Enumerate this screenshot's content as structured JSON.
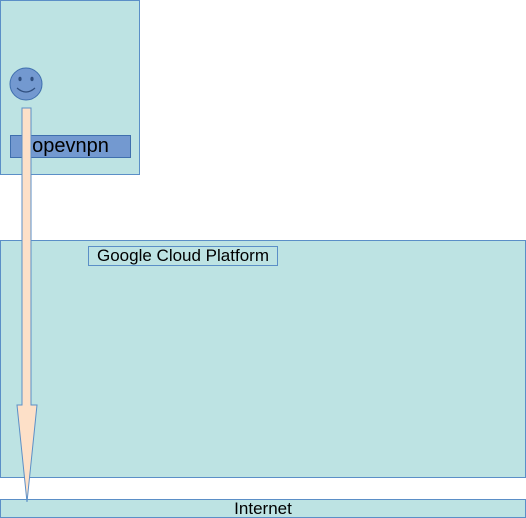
{
  "diagram": {
    "client_node": {
      "label": "opevnpn",
      "icon": "smiley-user-icon"
    },
    "cloud_node": {
      "label": "Google Cloud Platform"
    },
    "internet_node": {
      "label": "Internet"
    },
    "connection": {
      "from": "opevnpn",
      "to": "Internet",
      "style": "block-arrow"
    }
  },
  "colors": {
    "container_fill": "#bde3e3",
    "container_border": "#5b8fc7",
    "label_fill": "#7399d0",
    "arrow_fill": "#fde0c8",
    "icon_fill": "#7399d0"
  }
}
